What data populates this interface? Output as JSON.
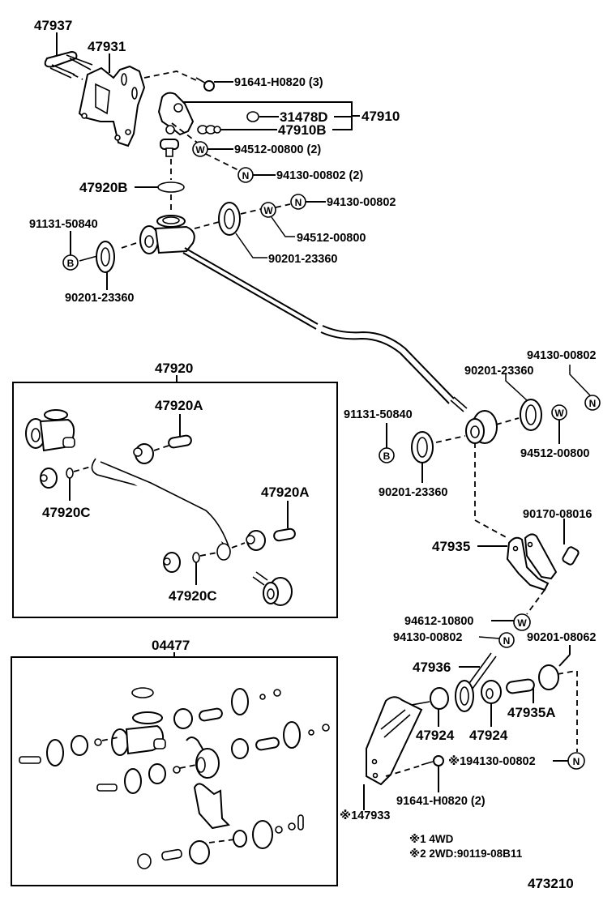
{
  "diagram": {
    "title_code": "473210",
    "notes": [
      "※1 4WD",
      "※2 2WD:90119-08B11"
    ],
    "symbols": {
      "bolt": "B",
      "washer": "W",
      "nut": "N"
    },
    "labels": {
      "p47937": "47937",
      "p47931": "47931",
      "p91641_3": "91641-H0820 (3)",
      "p31478d": "31478D",
      "p47910": "47910",
      "p47910b": "47910B",
      "p94512_2": "94512-00800 (2)",
      "p94130_2": "94130-00802 (2)",
      "p47920b": "47920B",
      "p94130_a": "94130-00802",
      "p91131_a": "91131-50840",
      "p94512_a": "94512-00800",
      "p90201_a": "90201-23360",
      "p90201_b": "90201-23360",
      "p94130_b": "94130-00802",
      "p90201_c": "90201-23360",
      "p91131_b": "91131-50840",
      "p94512_b": "94512-00800",
      "p90201_d": "90201-23360",
      "p90170": "90170-08016",
      "p47935": "47935",
      "p94612": "94612-10800",
      "p94130_c": "94130-00802",
      "p90201_08062": "90201-08062",
      "p47936": "47936",
      "p47924_a": "47924",
      "p47924_b": "47924",
      "p47935a": "47935A",
      "p194130": "※194130-00802",
      "p91641_2": "91641-H0820 (2)",
      "p147933": "※147933"
    },
    "kit_47920": {
      "code": "47920",
      "labels": {
        "a1": "47920A",
        "a2": "47920A",
        "c1": "47920C",
        "c2": "47920C"
      }
    },
    "kit_04477": {
      "code": "04477"
    }
  }
}
